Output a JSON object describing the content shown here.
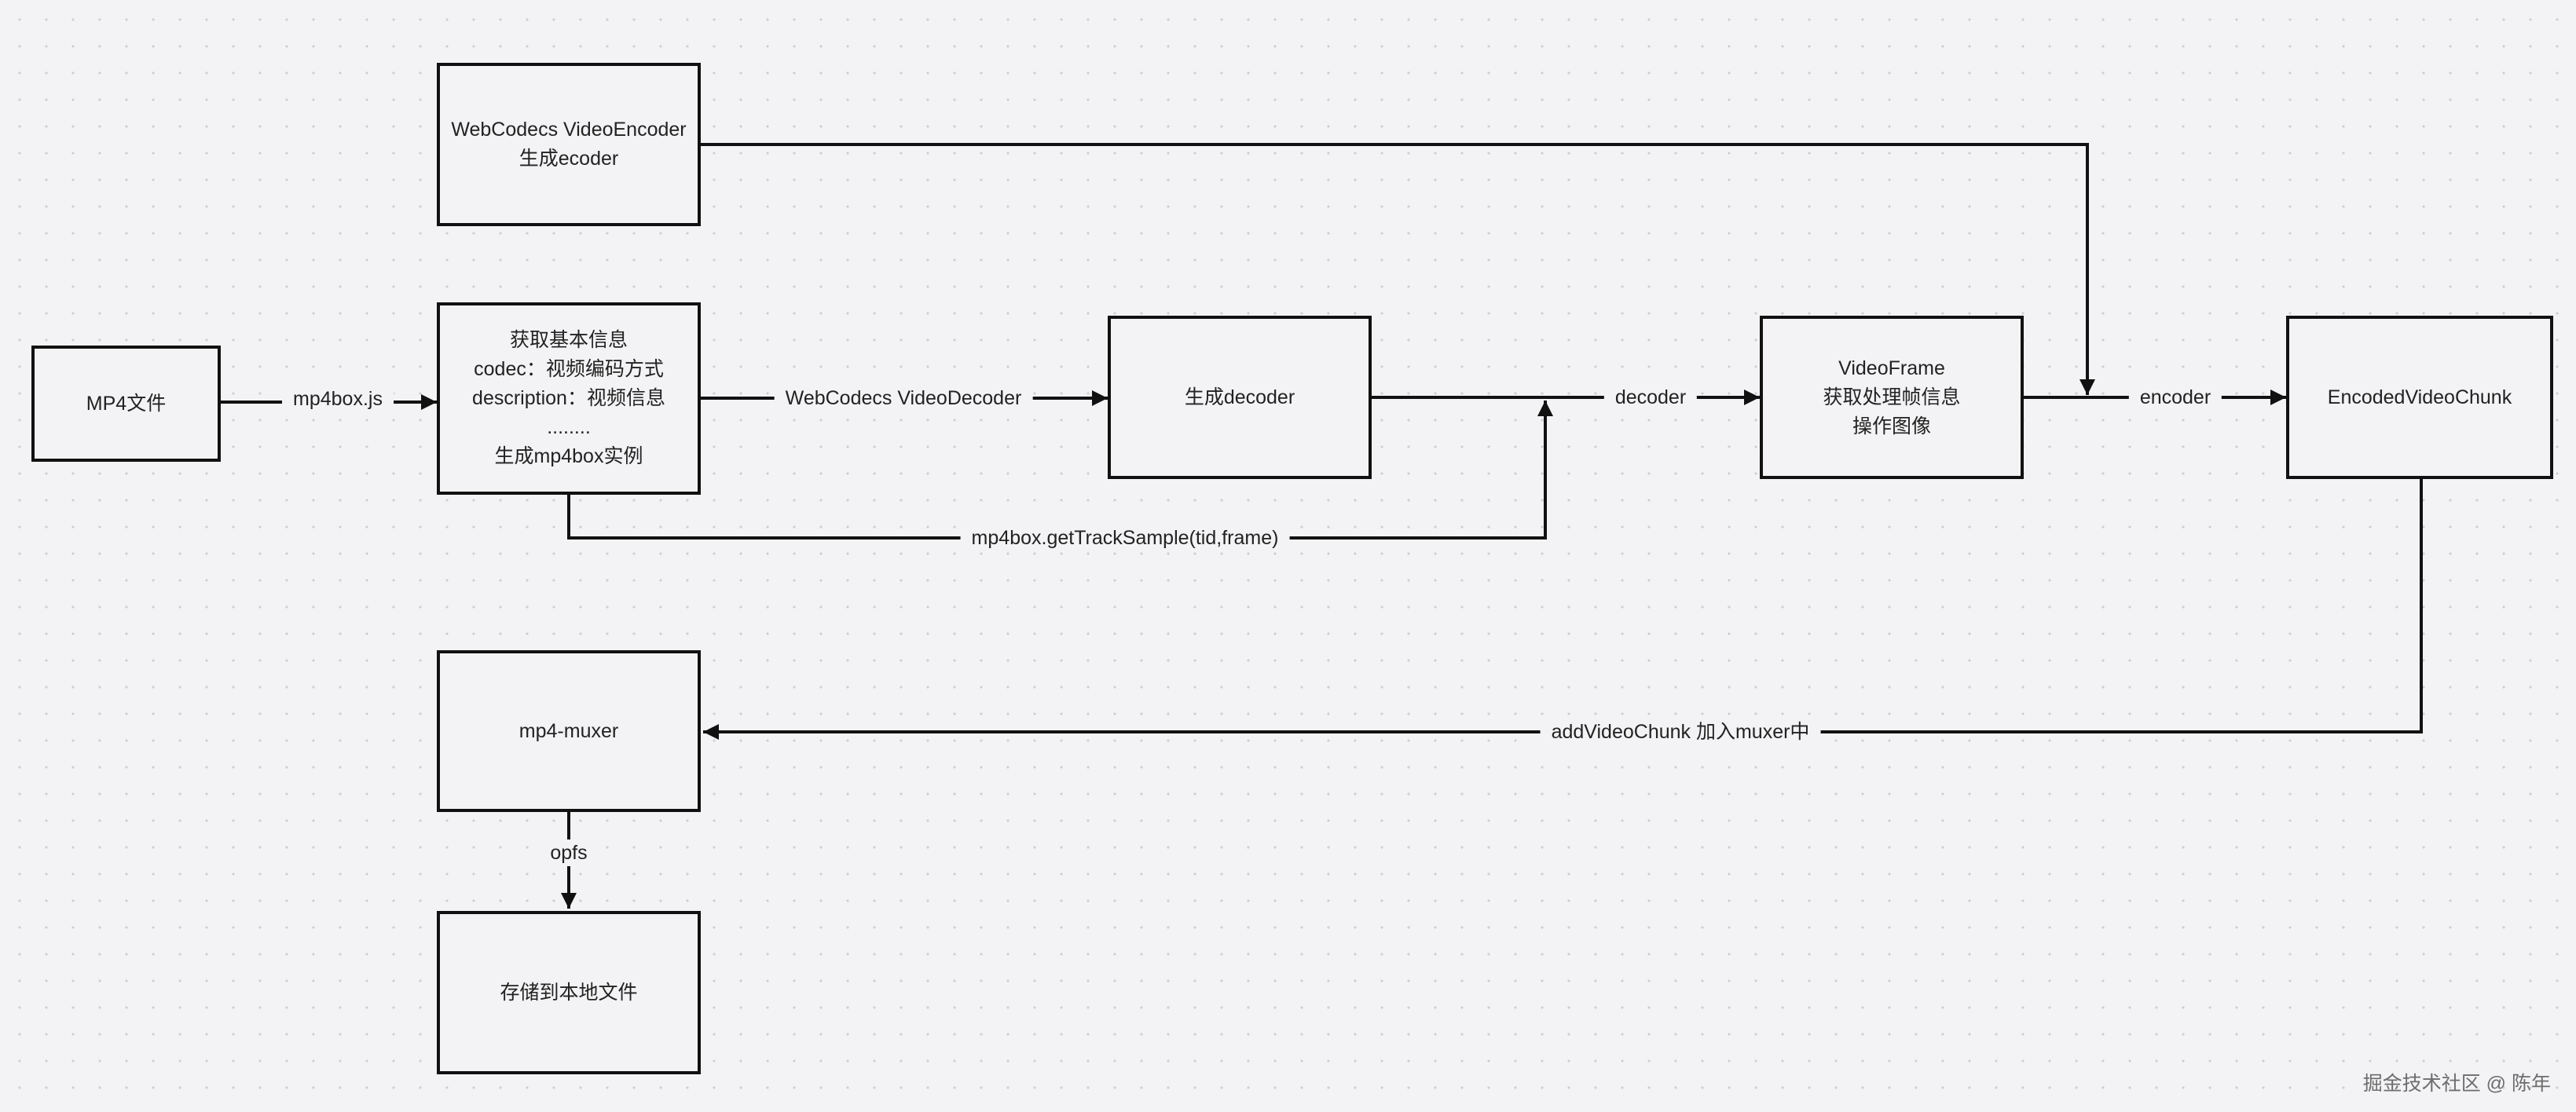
{
  "nodes": {
    "mp4_file": "MP4文件",
    "encoder_setup": "WebCodecs VideoEncoder\n生成ecoder",
    "mp4box_info": "获取基本信息\ncodec：视频编码方式\ndescription：视频信息\n........\n生成mp4box实例",
    "decoder_gen": "生成decoder",
    "video_frame": "VideoFrame\n获取处理帧信息\n操作图像",
    "encoded_chunk": "EncodedVideoChunk",
    "muxer": "mp4-muxer",
    "save_local": "存储到本地文件"
  },
  "edges": {
    "mp4box_js": "mp4box.js",
    "webcodecs_decoder": "WebCodecs VideoDecoder",
    "decoder": "decoder",
    "encoder": "encoder",
    "get_track_sample": "mp4box.getTrackSample(tid,frame)",
    "add_video_chunk": "addVideoChunk 加入muxer中",
    "opfs": "opfs"
  },
  "watermark": "掘金技术社区 @ 陈年"
}
